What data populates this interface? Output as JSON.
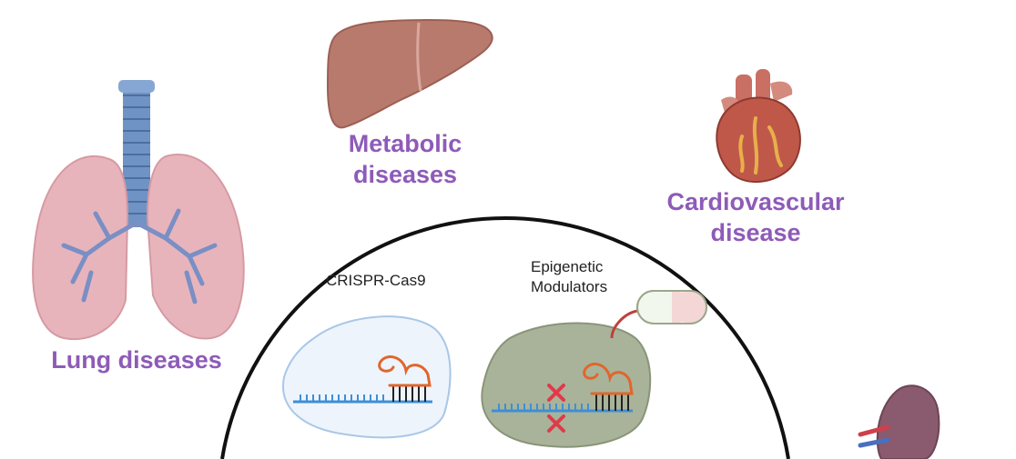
{
  "diseases": {
    "lung": "Lung diseases",
    "metabolic_line1": "Metabolic",
    "metabolic_line2": "diseases",
    "cardio_line1": "Cardiovascular",
    "cardio_line2": "disease"
  },
  "tools": {
    "crispr": "CRISPR-Cas9",
    "epi_line1": "Epigenetic",
    "epi_line2": "Modulators"
  },
  "icons": {
    "lungs": "lungs-icon",
    "liver": "liver-icon",
    "heart": "heart-icon",
    "kidney": "kidney-icon",
    "crispr": "crispr-cas9-icon",
    "epigenetic": "epigenetic-modulator-icon"
  },
  "colors": {
    "disease_label": "#8e5bb8",
    "organ_lung": "#e8b4bc",
    "organ_liver": "#b97a6e",
    "organ_heart": "#c0584a",
    "trachea": "#6f93c4",
    "dna": "#3d8fd6",
    "rna": "#e0662b",
    "mark_x": "#e03a4a"
  }
}
